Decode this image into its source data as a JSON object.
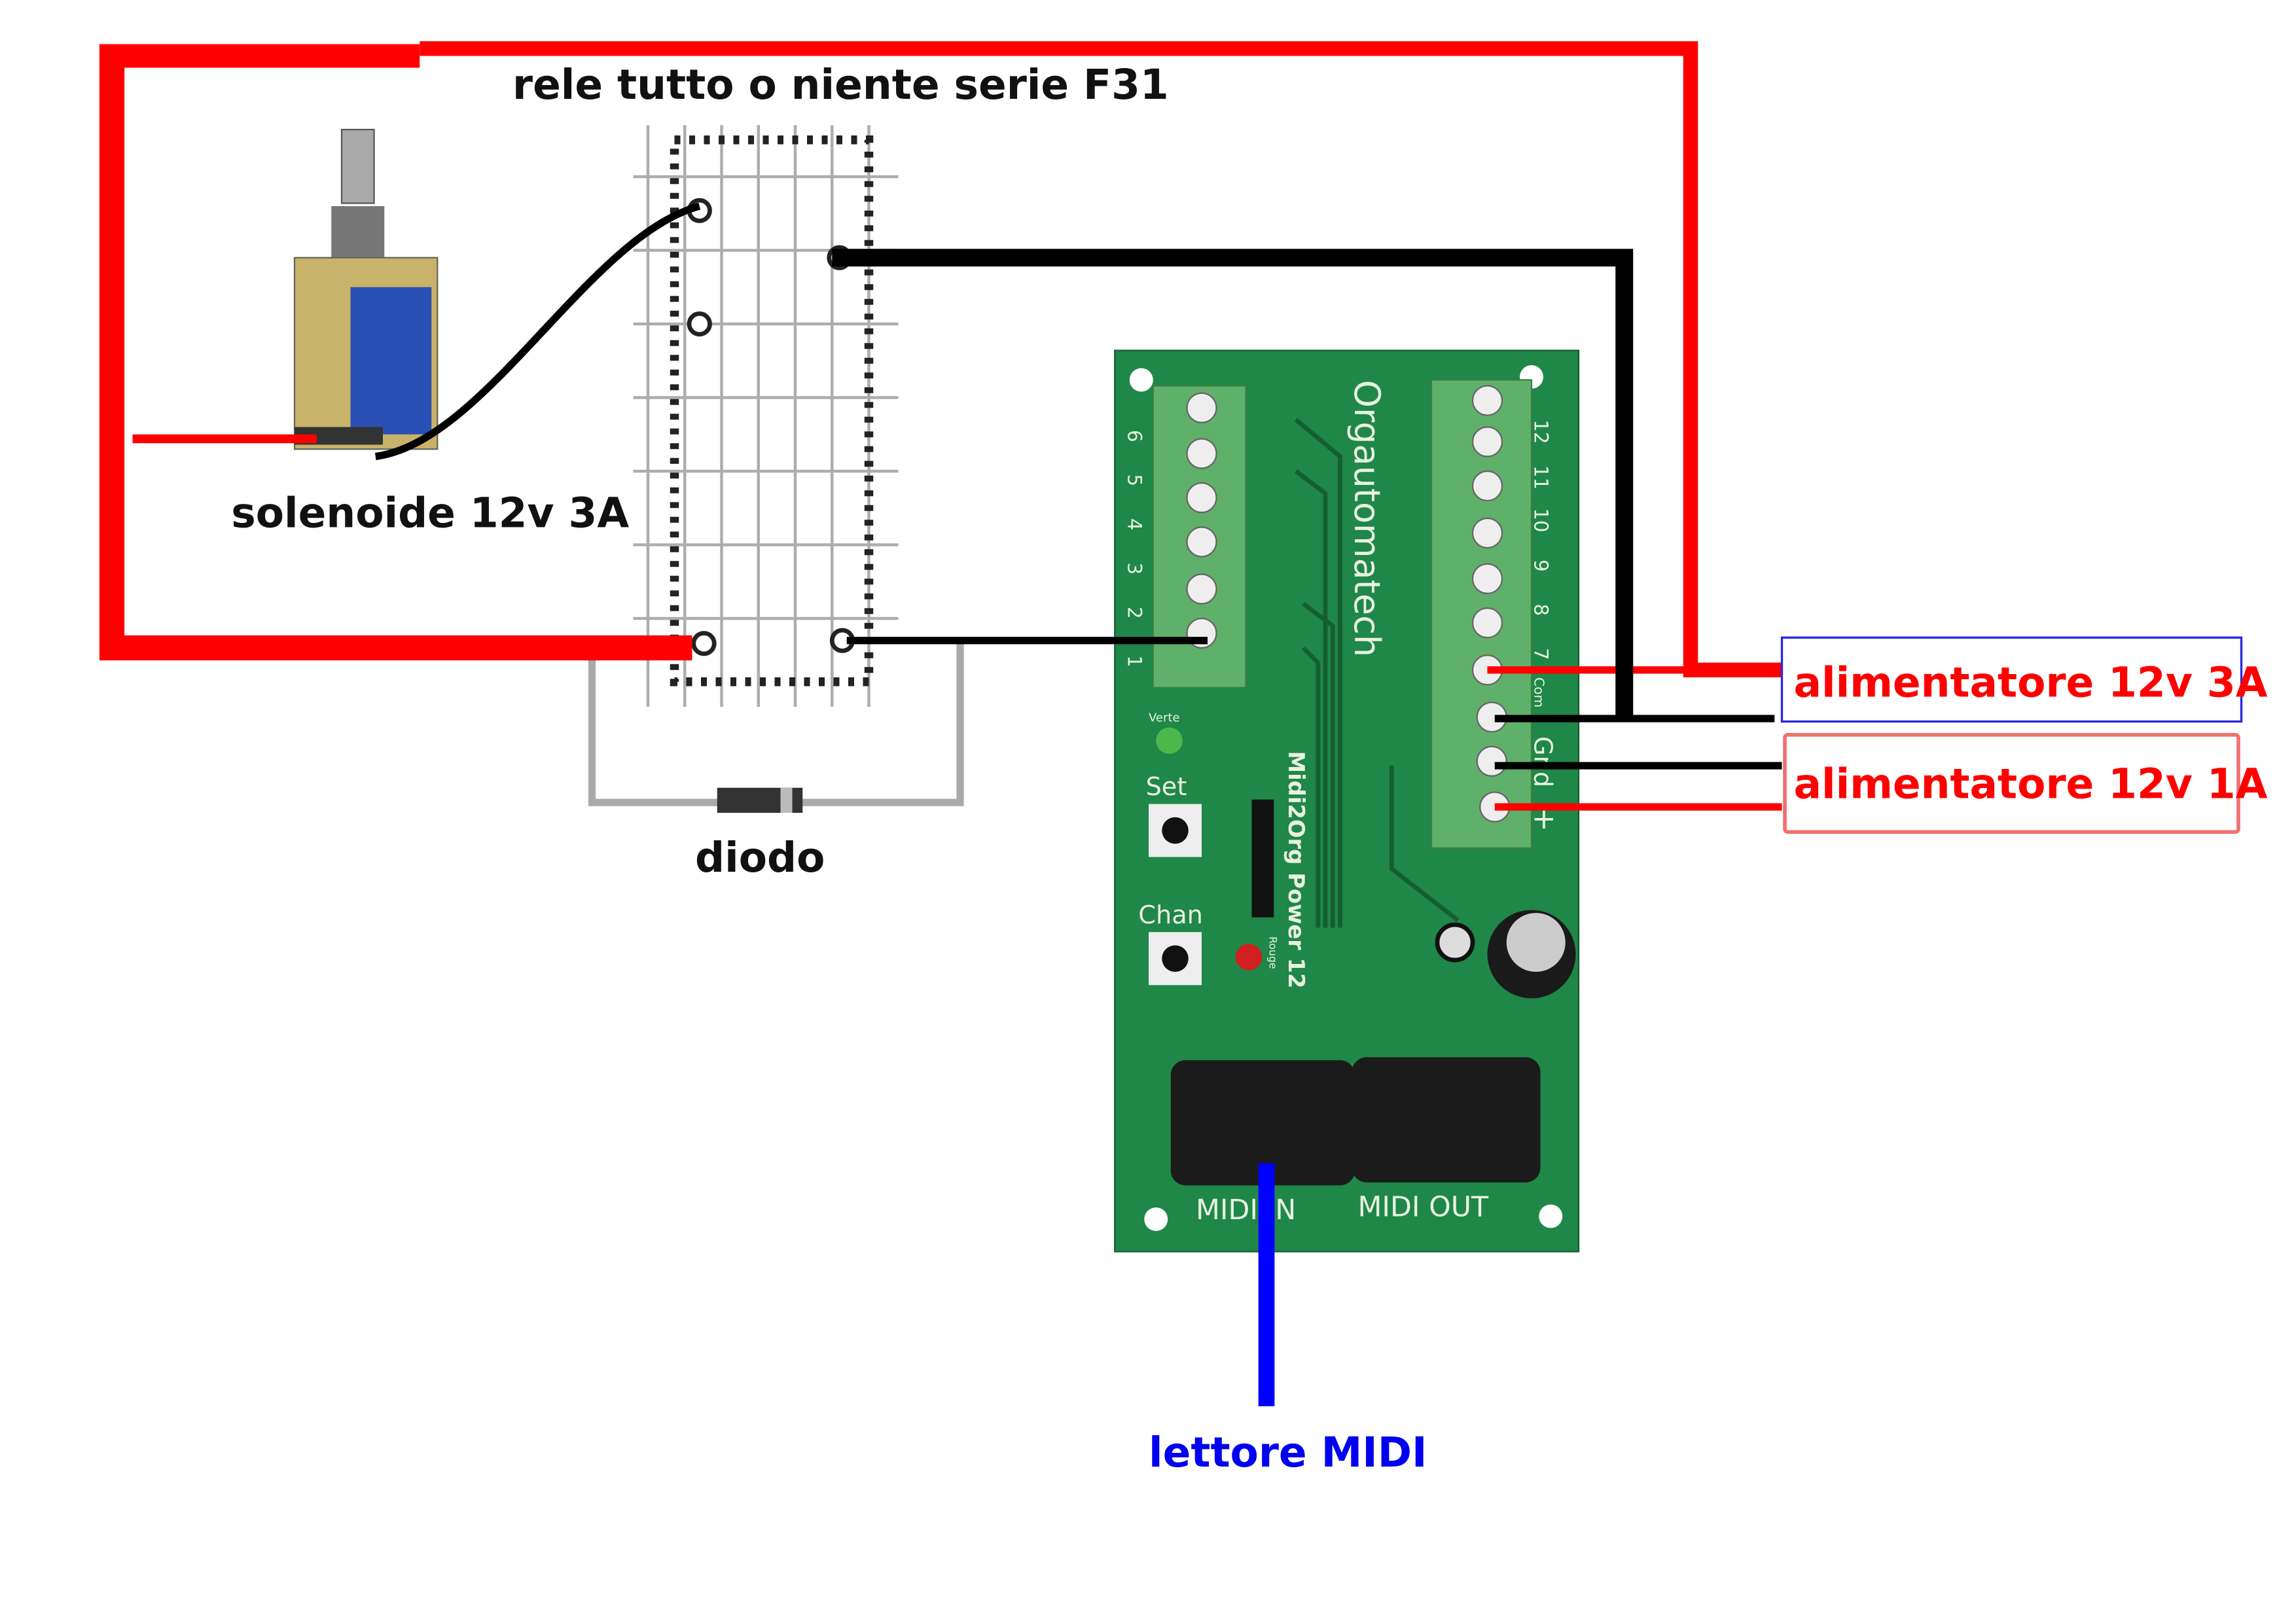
{
  "labels": {
    "relay": "rele tutto o niente serie F31",
    "solenoid": "solenoide 12v 3A",
    "diode": "diodo",
    "psu_3a": "alimentatore 12v 3A",
    "psu_1a": "alimentatore 12v 1A",
    "midi_player": "lettore MIDI"
  },
  "pcb": {
    "brand": "Orgautomatech",
    "model": "Midi2Org Power 12",
    "set": "Set",
    "chan": "Chan",
    "midi_in": "MIDI IN",
    "midi_out": "MIDI OUT",
    "led_green": "Verte",
    "led_red": "Rouge",
    "left_terminals": [
      "6",
      "5",
      "4",
      "3",
      "2",
      "1"
    ],
    "right_terminals": [
      "12",
      "11",
      "10",
      "9",
      "8",
      "7",
      "Com",
      "Gnd",
      "+"
    ]
  },
  "colors": {
    "wire_red": "#ff0000",
    "wire_black": "#000000",
    "wire_blue": "#0000ff",
    "pcb_green": "#1f8747",
    "terminal_green": "#5fb06a",
    "psu_3a_border": "#2a2ae0",
    "psu_1a_border": "#f07070"
  }
}
